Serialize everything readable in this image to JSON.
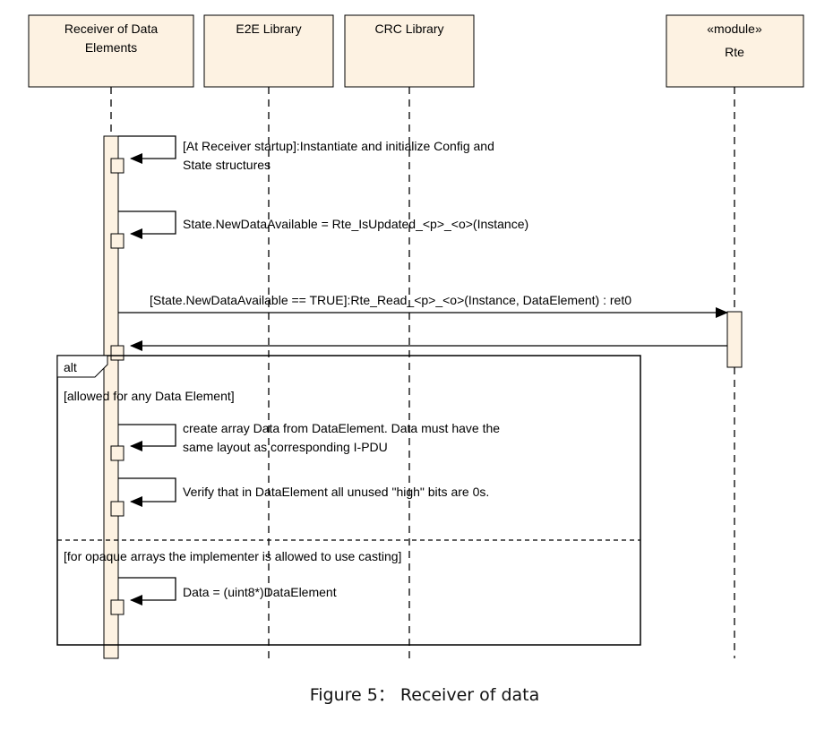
{
  "lifelines": {
    "receiver": [
      "Receiver of Data",
      "Elements"
    ],
    "e2e": "E2E Library",
    "crc": "CRC Library",
    "rte_stereotype": "«module»",
    "rte": "Rte"
  },
  "messages": {
    "m1": [
      "[At Receiver startup]:Instantiate and initialize Config and",
      "State structures"
    ],
    "m2": "State.NewDataAvailable = Rte_IsUpdated_<p>_<o>(Instance)",
    "m3": "[State.NewDataAvailable == TRUE]:Rte_Read_<p>_<o>(Instance, DataElement) : ret0",
    "m4": [
      "create array Data from DataElement. Data must have the",
      "same layout as corresponding I-PDU"
    ],
    "m5": "Verify that in DataElement all unused \"high\" bits are 0s.",
    "m6": "Data = (uint8*)DataElement"
  },
  "fragment": {
    "operator": "alt",
    "guard1": "[allowed for any Data Element]",
    "guard2": "[for opaque arrays the implementer is allowed to use casting]"
  },
  "caption": "Figure 5： Receiver of data"
}
